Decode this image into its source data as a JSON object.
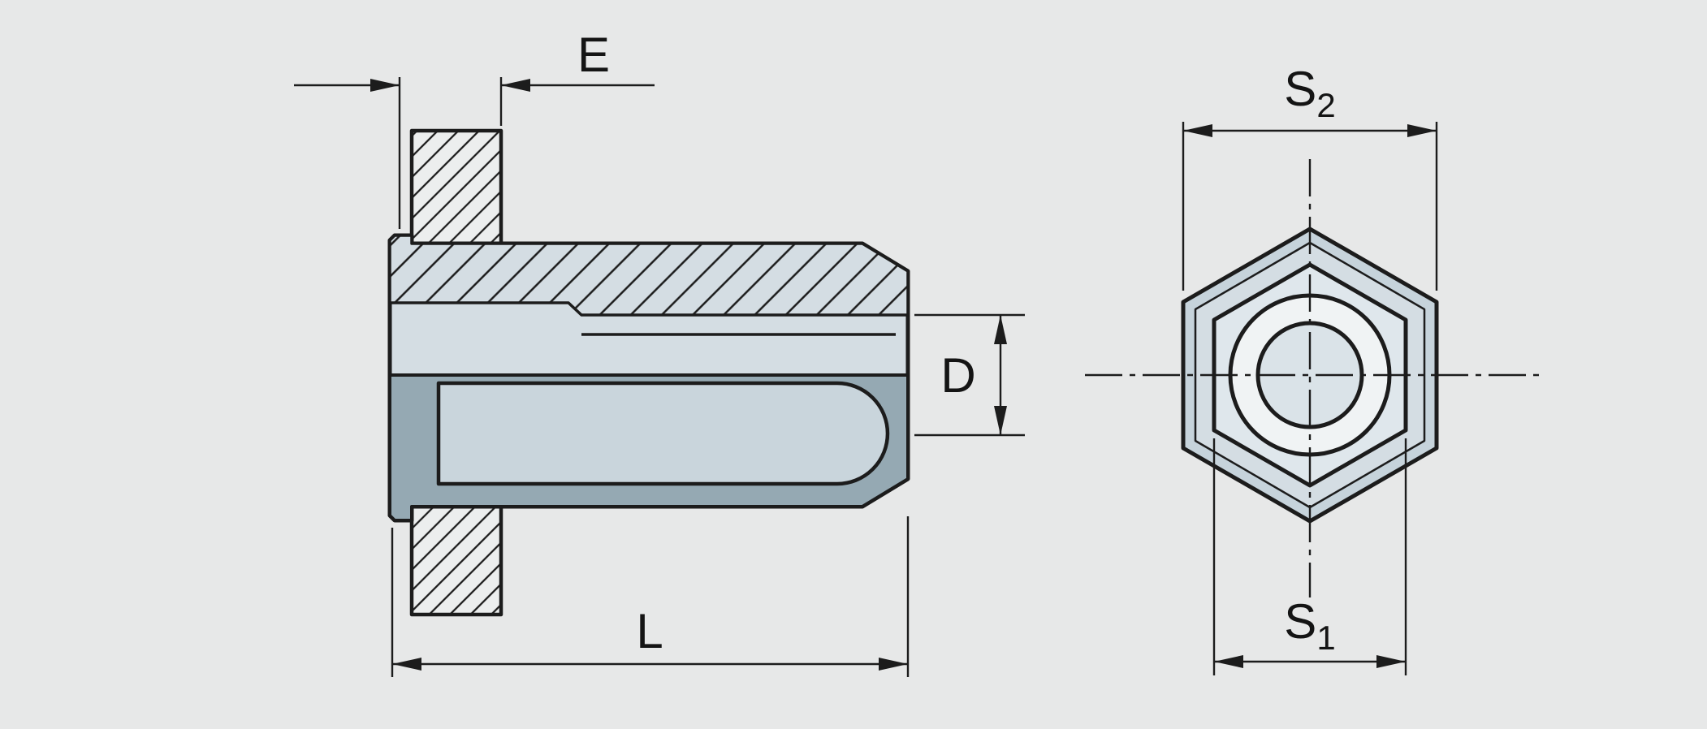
{
  "dimension_labels": {
    "e": "E",
    "d": "D",
    "l": "L",
    "s2_base": "S",
    "s2_sub": "2",
    "s1_base": "S",
    "s1_sub": "1"
  },
  "colors": {
    "background": "#e7e8e8",
    "outline": "#1c1c1c",
    "part_light": "#d4dde3",
    "part_dark": "#95a9b3",
    "bore_end": "#c9d5dc",
    "plate_fill": "#eceeee",
    "hex_outer": "#c6d3db",
    "hex_face": "#dfe7ec",
    "circle_face": "#f0f3f4",
    "bore_face": "#dae3e8"
  }
}
